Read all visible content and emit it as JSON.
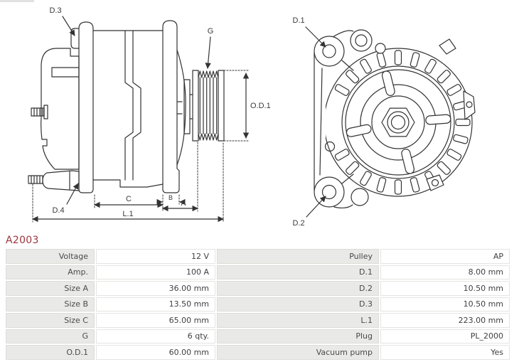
{
  "part": {
    "number": "A2003"
  },
  "colors": {
    "accent": "#9c343c",
    "table_label_bg": "#e9e9e7",
    "table_border": "#dcdcd8",
    "line_art": "#333333",
    "text": "#4a4a4a"
  },
  "diagram": {
    "side_view": {
      "d3": "D.3",
      "d4": "D.4",
      "g": "G",
      "od1": "O.D.1",
      "c": "C",
      "b": "B",
      "a": "A",
      "l1": "L.1"
    },
    "front_view": {
      "d1": "D.1",
      "d2": "D.2"
    }
  },
  "specs": {
    "left_column": [
      {
        "label": "Voltage",
        "value": "12 V"
      },
      {
        "label": "Amp.",
        "value": "100 A"
      },
      {
        "label": "Size A",
        "value": "36.00 mm"
      },
      {
        "label": "Size B",
        "value": "13.50 mm"
      },
      {
        "label": "Size C",
        "value": "65.00 mm"
      },
      {
        "label": "G",
        "value": "6 qty."
      },
      {
        "label": "O.D.1",
        "value": "60.00 mm"
      }
    ],
    "right_column": [
      {
        "label": "Pulley",
        "value": "AP"
      },
      {
        "label": "D.1",
        "value": "8.00 mm"
      },
      {
        "label": "D.2",
        "value": "10.50 mm"
      },
      {
        "label": "D.3",
        "value": "10.50 mm"
      },
      {
        "label": "L.1",
        "value": "223.00 mm"
      },
      {
        "label": "Plug",
        "value": "PL_2000"
      },
      {
        "label": "Vacuum pump",
        "value": "Yes"
      }
    ]
  }
}
